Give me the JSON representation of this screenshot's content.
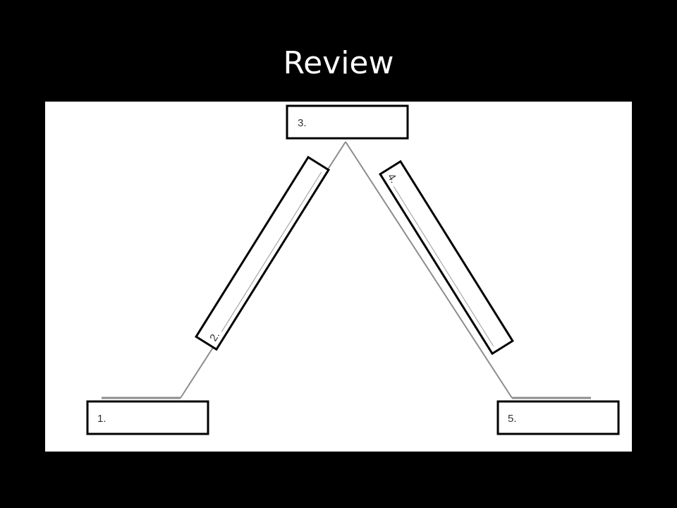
{
  "slide": {
    "title": "Review"
  },
  "diagram": {
    "boxes": [
      {
        "id": "box-1",
        "label": "1."
      },
      {
        "id": "box-2",
        "label": "2."
      },
      {
        "id": "box-3",
        "label": "3."
      },
      {
        "id": "box-4",
        "label": "4."
      },
      {
        "id": "box-5",
        "label": "5."
      }
    ],
    "colors": {
      "line": "#8c8c8c",
      "box_border": "#000000",
      "label_text": "#333333"
    }
  }
}
